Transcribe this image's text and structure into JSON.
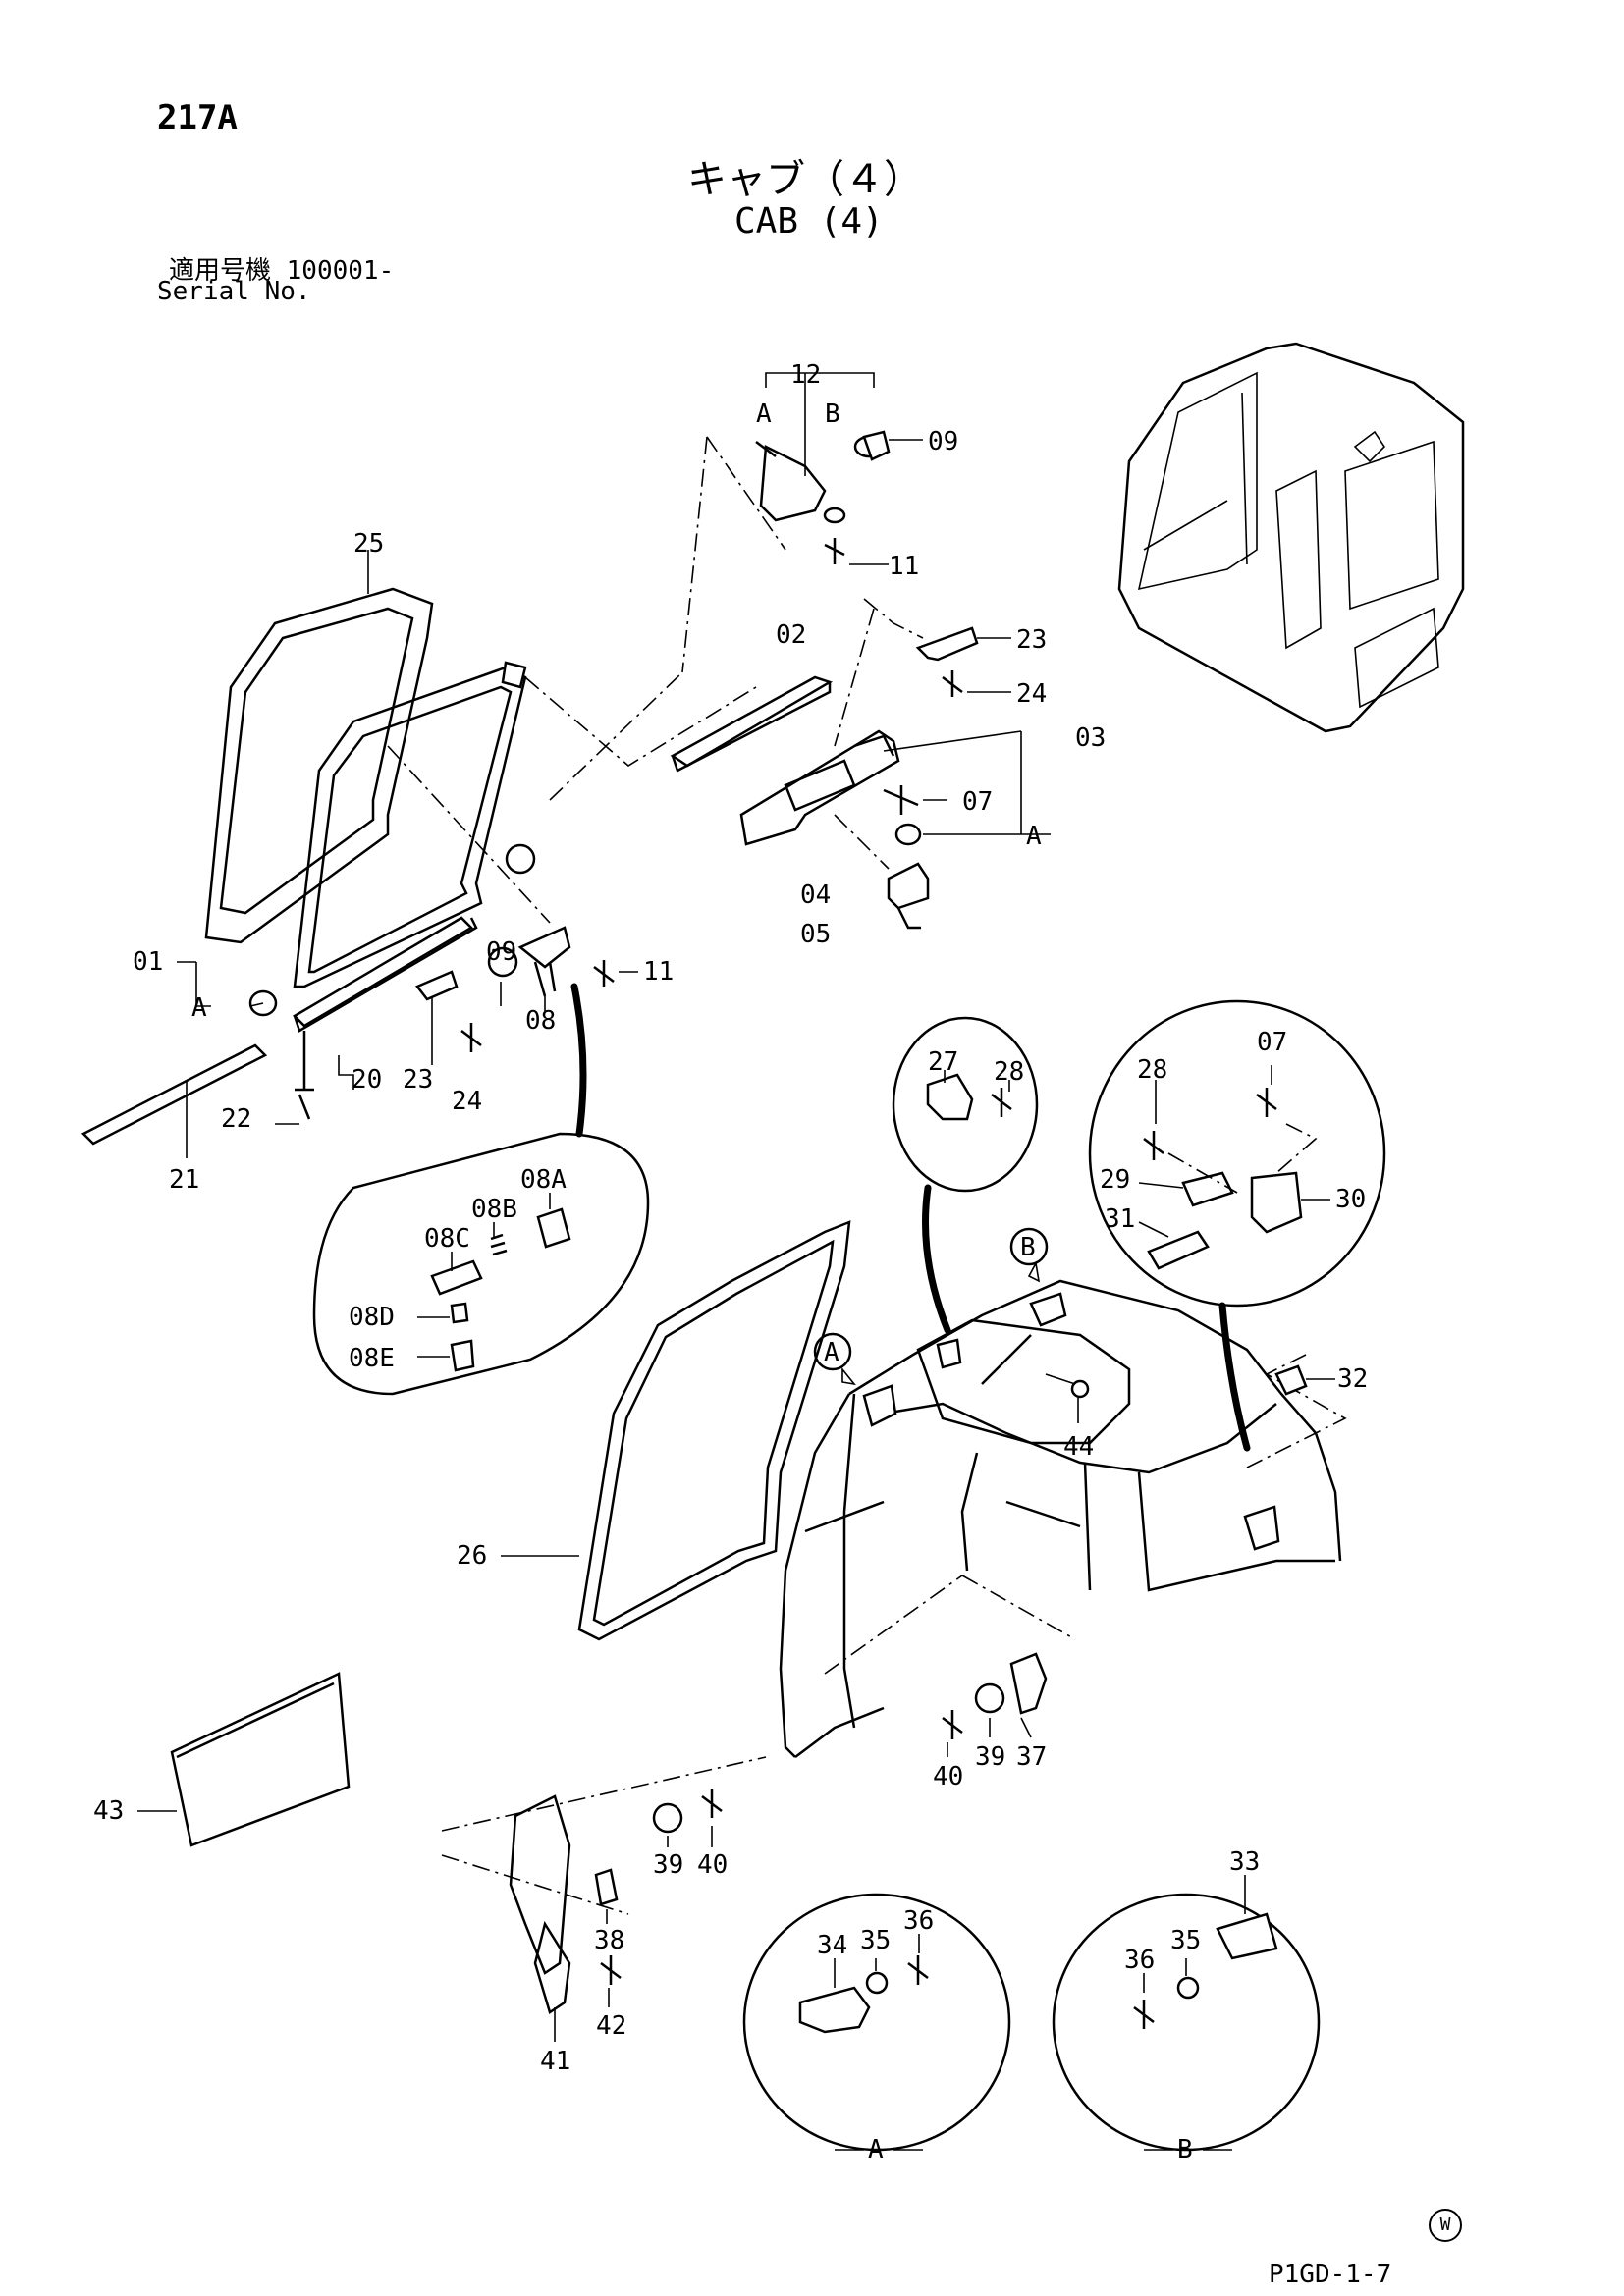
{
  "page": {
    "number": "217A",
    "title_jp": "キャブ（４）",
    "title_en": "CAB (4)",
    "serial_jp": "適用号機  100001-",
    "serial_en": "Serial No.",
    "drawing_code": "P1GD-1-7",
    "watermark": "W"
  },
  "callouts": [
    {
      "id": "c12",
      "label": "12"
    },
    {
      "id": "cA1",
      "label": "A"
    },
    {
      "id": "cB1",
      "label": "B"
    },
    {
      "id": "c09a",
      "label": "09"
    },
    {
      "id": "c11a",
      "label": "11"
    },
    {
      "id": "c25",
      "label": "25"
    },
    {
      "id": "c02",
      "label": "02"
    },
    {
      "id": "c23a",
      "label": "23"
    },
    {
      "id": "c24a",
      "label": "24"
    },
    {
      "id": "c03",
      "label": "03"
    },
    {
      "id": "c07a",
      "label": "07"
    },
    {
      "id": "cA2",
      "label": "A"
    },
    {
      "id": "c04",
      "label": "04"
    },
    {
      "id": "c05",
      "label": "05"
    },
    {
      "id": "c09b",
      "label": "09"
    },
    {
      "id": "c11b",
      "label": "11"
    },
    {
      "id": "c08",
      "label": "08"
    },
    {
      "id": "c01",
      "label": "01"
    },
    {
      "id": "cA3",
      "label": "A"
    },
    {
      "id": "c20",
      "label": "20"
    },
    {
      "id": "c23b",
      "label": "23"
    },
    {
      "id": "c24b",
      "label": "24"
    },
    {
      "id": "c22",
      "label": "22"
    },
    {
      "id": "c21",
      "label": "21"
    },
    {
      "id": "c08A",
      "label": "08A"
    },
    {
      "id": "c08B",
      "label": "08B"
    },
    {
      "id": "c08C",
      "label": "08C"
    },
    {
      "id": "c08D",
      "label": "08D"
    },
    {
      "id": "c08E",
      "label": "08E"
    },
    {
      "id": "c27",
      "label": "27"
    },
    {
      "id": "c28a",
      "label": "28"
    },
    {
      "id": "c28b",
      "label": "28"
    },
    {
      "id": "c07b",
      "label": "07"
    },
    {
      "id": "c29",
      "label": "29"
    },
    {
      "id": "c30",
      "label": "30"
    },
    {
      "id": "c31",
      "label": "31"
    },
    {
      "id": "cB2",
      "label": "B"
    },
    {
      "id": "cA4",
      "label": "A"
    },
    {
      "id": "c32",
      "label": "32"
    },
    {
      "id": "c44",
      "label": "44"
    },
    {
      "id": "c26",
      "label": "26"
    },
    {
      "id": "c37",
      "label": "37"
    },
    {
      "id": "c40a",
      "label": "40"
    },
    {
      "id": "c39a",
      "label": "39"
    },
    {
      "id": "c43",
      "label": "43"
    },
    {
      "id": "c39b",
      "label": "39"
    },
    {
      "id": "c40b",
      "label": "40"
    },
    {
      "id": "c38",
      "label": "38"
    },
    {
      "id": "c42",
      "label": "42"
    },
    {
      "id": "c41",
      "label": "41"
    },
    {
      "id": "c34",
      "label": "34"
    },
    {
      "id": "c35a",
      "label": "35"
    },
    {
      "id": "c36a",
      "label": "36"
    },
    {
      "id": "cA5",
      "label": "A"
    },
    {
      "id": "c33",
      "label": "33"
    },
    {
      "id": "c35b",
      "label": "35"
    },
    {
      "id": "c36b",
      "label": "36"
    },
    {
      "id": "cB3",
      "label": "B"
    }
  ]
}
